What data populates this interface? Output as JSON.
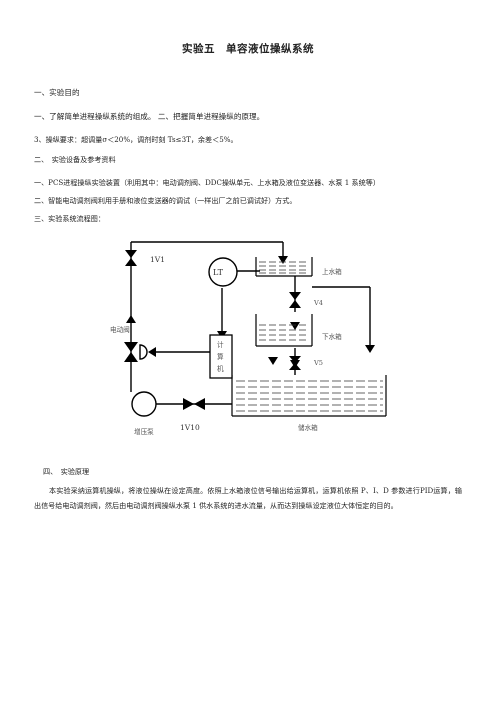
{
  "doc": {
    "title": "实验五　单容液位操纵系统",
    "s1": "一、实验目的",
    "s1_items": "一、了解简单进程操纵系统的组成。 二、把握简单进程操纵的原理。",
    "s1_req": "3、操纵要求：超调量σ＜20%，调剂时刻 Ts≤3T，余差＜5%。",
    "s2": "二、　实验设备及参考资料",
    "s2_1": "一、PCS进程操纵实验装置（利用其中：电动调剂阀、DDC操纵单元、上水箱及液位变送器、水泵 1 系统等）",
    "s2_2": "二、智能电动调剂阀利用手册和液位变送器的调试（一样出厂之前已调试好）方式。",
    "s3": "三、实验系统流程图：",
    "s4": "四、　实验原理",
    "s4_para": "本实验采纳运算机操纵，将液位操纵在设定高度。依照上水箱液位信号输出给运算机，运算机依照 P、I、D 参数进行PID运算，输出信号给电动调剂阀，然后由电动调剂阀操纵水泵 1 供水系统的进水流量，从而达到操纵设定液位大体恒定的目的。"
  },
  "diagram": {
    "valve_1v1": "1V1",
    "transmitter": "LT",
    "upper_tank": "上水箱",
    "valve_v4": "V4",
    "lower_tank": "下水箱",
    "valve_v5": "V5",
    "motor_valve": "电动阀",
    "computer_chars": [
      "计",
      "算",
      "机"
    ],
    "pump": "增压泵",
    "valve_1v10": "1V10",
    "storage_tank": "储水箱"
  }
}
